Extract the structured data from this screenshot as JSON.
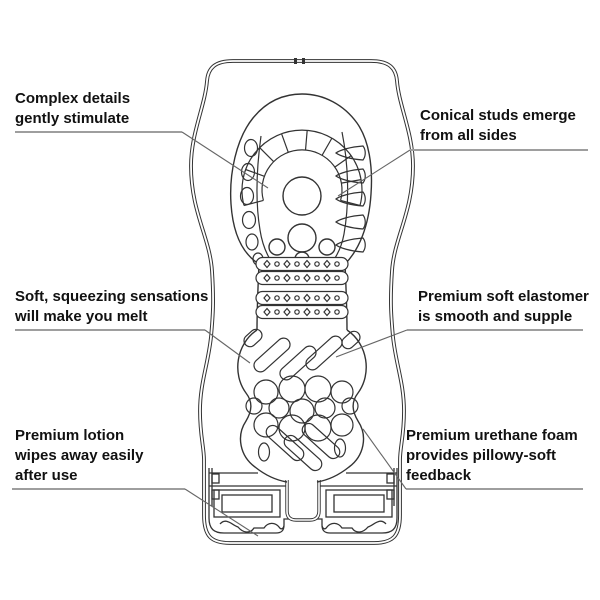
{
  "diagram": {
    "type": "product-cutaway-feature-diagram",
    "colors": {
      "background": "#ffffff",
      "text": "#111111",
      "illustration_line": "#333333",
      "leader_underline": "#9e9e9e",
      "leader_line": "#666666"
    },
    "labels": {
      "complex": {
        "line1": "Complex details",
        "line2": "gently stimulate"
      },
      "conical": {
        "line1": "Conical studs emerge",
        "line2": "from all sides"
      },
      "soft": {
        "line1": "Soft, squeezing sensations",
        "line2": "will make you melt"
      },
      "elastomer": {
        "line1": "Premium soft elastomer",
        "line2": "is smooth and supple"
      },
      "lotion": {
        "line1": "Premium lotion",
        "line2": "wipes away easily",
        "line3": "after use"
      },
      "foam": {
        "line1": "Premium urethane foam",
        "line2": "provides pillowy-soft",
        "line3": "feedback"
      }
    }
  }
}
